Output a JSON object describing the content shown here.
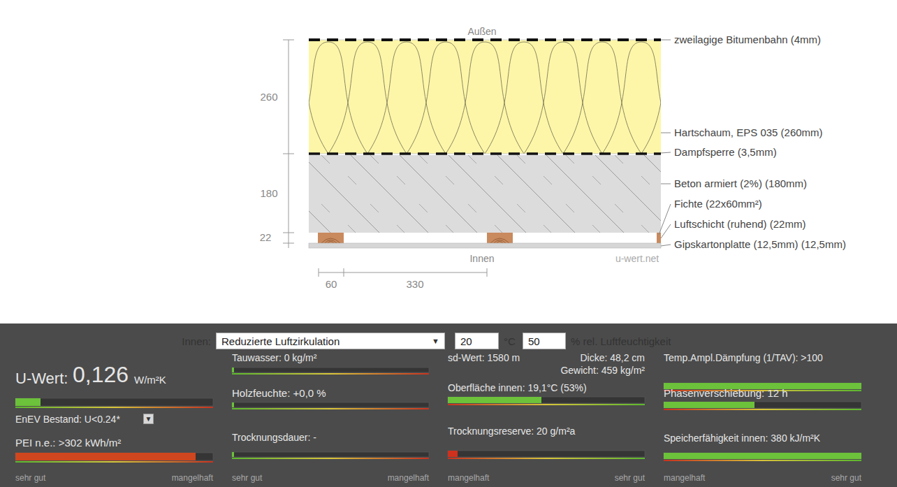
{
  "diagram": {
    "nodes": [
      {
        "text": [
          "Reduzierte Luftzirkulation",
          "▼"
        ]
      },
      {
        "text": [
          "20"
        ]
      },
      {
        "text": [
          "50"
        ]
      },
      {
        "text": [
          "▼"
        ]
      }
    ],
    "labels": [
      "Außen",
      "zweilagige Bitumenbahn (4mm)",
      "Hartschaum, EPS 035 (260mm)",
      "Dampfsperre (3,5mm)",
      "Beton armiert (2%) (180mm)",
      "Fichte (22x60mm²)",
      "Luftschicht (ruhend) (22mm)",
      "Gipskartonplatte (12,5mm) (12,5mm)",
      "260",
      "180",
      "22",
      "Innen",
      "u-wert.net",
      "60",
      "330",
      "Innen:",
      "°C",
      "% rel. Luftfeuchtigkeit",
      "U-Wert:",
      "0,126",
      "W/m²K",
      "EnEV Bestand: U<0.24*",
      "PEI n.e.: >302 kWh/m²",
      "sehr gut",
      "mangelhaft",
      "Tauwasser: 0 kg/m²",
      "Holzfeuchte: +0,0 %",
      "Trocknungsdauer: -",
      "sehr gut",
      "mangelhaft",
      "sd-Wert: 1580 m",
      "Dicke: 48,2 cm",
      "Gewicht: 459 kg/m²",
      "Oberfläche innen: 19,1°C (53%)",
      "Trocknungsreserve: 20 g/m²a",
      "mangelhaft",
      "sehr gut",
      "Temp.Ampl.Dämpfung (1/TAV): >100",
      "Phasenverschiebung: 12 h",
      "Speicherfähigkeit innen: 380 kJ/m²K",
      "mangelhaft",
      "sehr gut"
    ]
  }
}
